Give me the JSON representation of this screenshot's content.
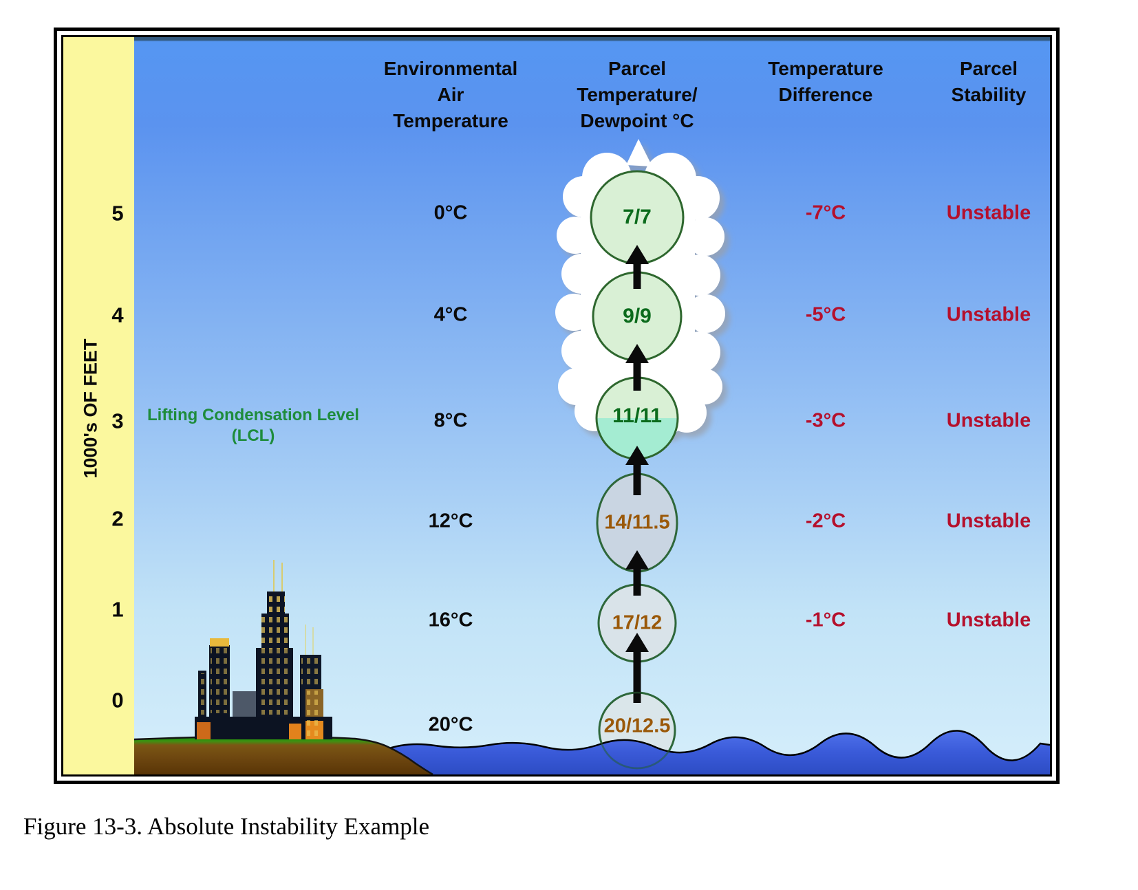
{
  "caption": "Figure 13-3. Absolute Instability Example",
  "axis": {
    "label": "1000's OF FEET",
    "ticks": [
      "5",
      "4",
      "3",
      "2",
      "1",
      "0"
    ]
  },
  "columns": {
    "env": {
      "header_lines": [
        "Environmental",
        "Air",
        "Temperature"
      ]
    },
    "parcel": {
      "header_lines": [
        "Parcel",
        "Temperature/",
        "Dewpoint °C"
      ]
    },
    "diff": {
      "header_lines": [
        "Temperature",
        "Difference"
      ]
    },
    "stability": {
      "header_lines": [
        "Parcel",
        "Stability"
      ]
    }
  },
  "lcl_label": {
    "line1": "Lifting Condensation Level",
    "line2": "(LCL)"
  },
  "rows": [
    {
      "altitude_kft": "5",
      "env_temp": "0°C",
      "parcel": "7/7",
      "diff": "-7°C",
      "stability": "Unstable"
    },
    {
      "altitude_kft": "4",
      "env_temp": "4°C",
      "parcel": "9/9",
      "diff": "-5°C",
      "stability": "Unstable"
    },
    {
      "altitude_kft": "3",
      "env_temp": "8°C",
      "parcel": "11/11",
      "diff": "-3°C",
      "stability": "Unstable"
    },
    {
      "altitude_kft": "2",
      "env_temp": "12°C",
      "parcel": "14/11.5",
      "diff": "-2°C",
      "stability": "Unstable"
    },
    {
      "altitude_kft": "1",
      "env_temp": "16°C",
      "parcel": "17/12",
      "diff": "-1°C",
      "stability": "Unstable"
    },
    {
      "altitude_kft": "0",
      "env_temp": "20°C",
      "parcel": "20/12.5",
      "diff": "",
      "stability": ""
    }
  ],
  "colors": {
    "status_red": "#b5102c",
    "lcl_green": "#1e8c3c",
    "parcel_green_text": "#0b6b1c",
    "parcel_brown_text": "#9a5808",
    "circle_green_fill": "#d9f0d5",
    "circle_aqua_fill": "#a4ecd2",
    "circle_gray_fill": "#d6e1e8",
    "sky_top": "#5596f2",
    "sky_bottom": "#d5eefb",
    "water_blue": "#2e4fd6",
    "strip_yellow": "#fbf89e"
  }
}
